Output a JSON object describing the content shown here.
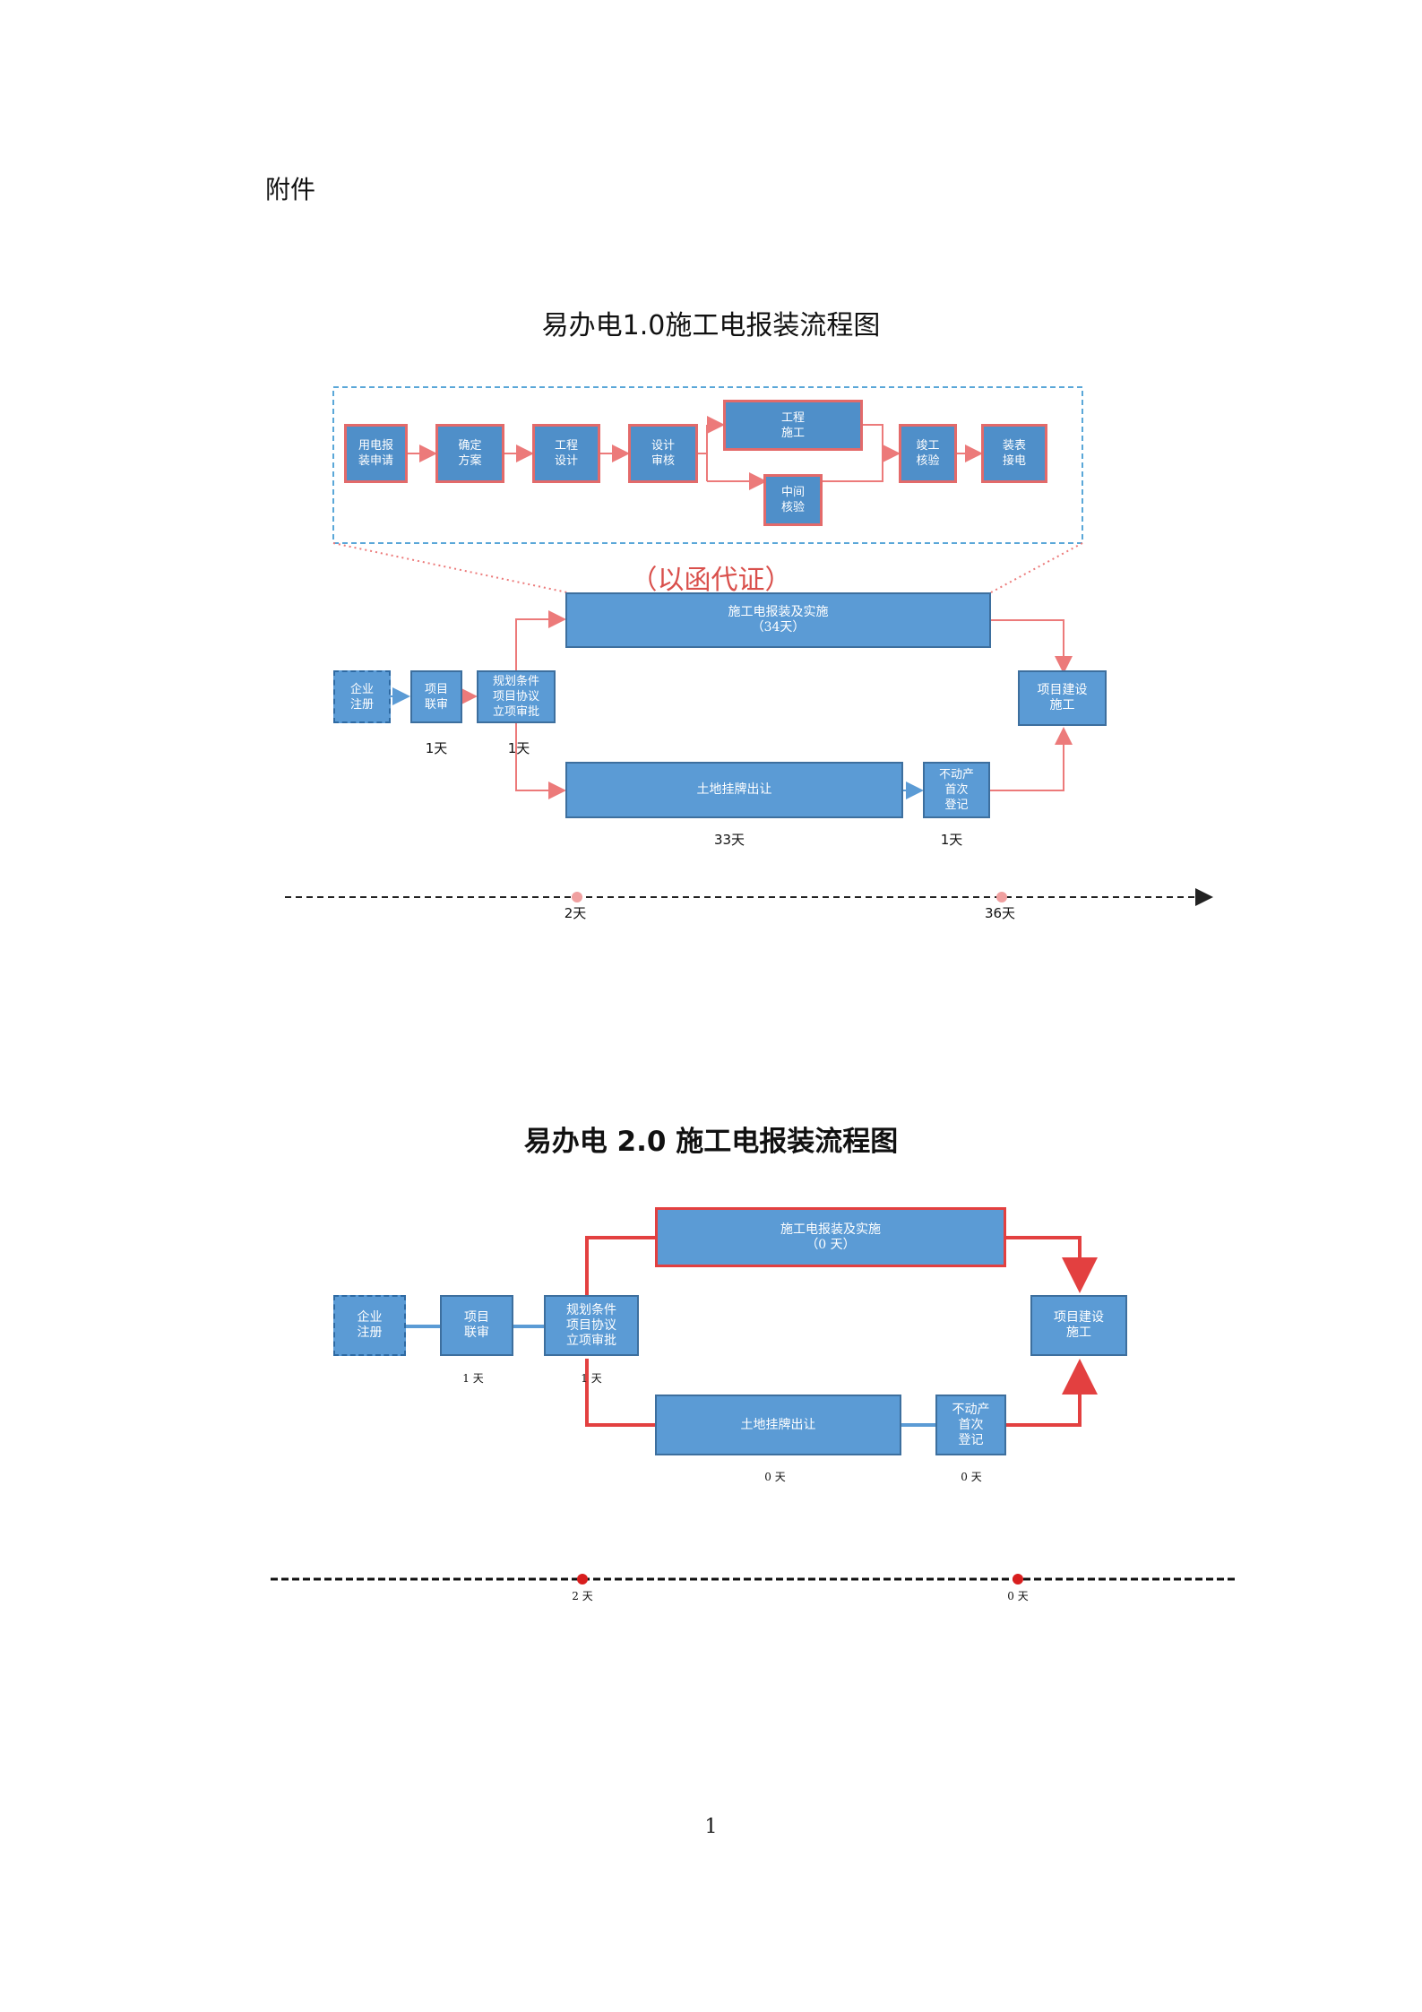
{
  "annex_label": "附件",
  "diagram1": {
    "title": "易办电1.0施工电报装流程图",
    "detail_steps": {
      "s1": "用电报\n装申请",
      "s2": "确定\n方案",
      "s3": "工程\n设计",
      "s4": "设计\n审核",
      "s5": "工程\n施工",
      "s6": "中间\n核验",
      "s7": "竣工\n核验",
      "s8": "装表\n接电"
    },
    "note": "（以函代证）",
    "boxes": {
      "register": "企业\n注册",
      "approval": "项目\n联审",
      "planning": "规划条件\n项目协议\n立项审批",
      "construction": "施工电报装及实施\n（34天）",
      "land": "土地挂牌出让",
      "property": "不动产\n首次\n登记",
      "build": "项目建设\n施工"
    },
    "durations": {
      "approval": "1天",
      "planning": "1天",
      "land": "33天",
      "property": "1天"
    },
    "timeline": {
      "mark1": "2天",
      "mark2": "36天"
    }
  },
  "diagram2": {
    "title": "易办电 2.0 施工电报装流程图",
    "boxes": {
      "register": "企业\n注册",
      "approval": "项目\n联审",
      "planning": "规划条件\n项目协议\n立项审批",
      "construction": "施工电报装及实施\n（0 天）",
      "land": "土地挂牌出让",
      "property": "不动产\n首次\n登记",
      "build": "项目建设\n施工"
    },
    "durations": {
      "approval": "1 天",
      "planning": "1 天",
      "land": "0 天",
      "property": "0 天"
    },
    "timeline": {
      "mark1": "2 天",
      "mark2": "0 天"
    }
  },
  "page_number": "1",
  "colors": {
    "box_blue": "#5b9bd5",
    "arrow_red": "#e34040",
    "arrow_pink": "#ec7a7a",
    "dot_red": "#d81e1e"
  }
}
